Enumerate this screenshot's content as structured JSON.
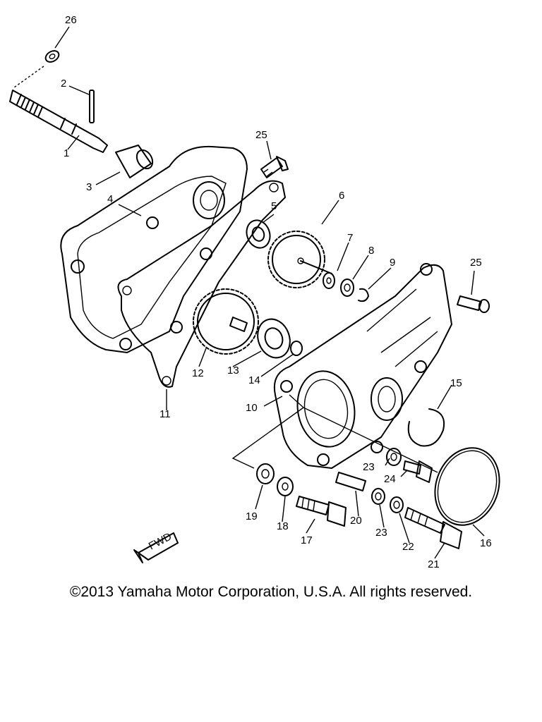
{
  "diagram": {
    "callouts": [
      {
        "id": "c1",
        "text": "1"
      },
      {
        "id": "c2",
        "text": "2"
      },
      {
        "id": "c3",
        "text": "3"
      },
      {
        "id": "c4",
        "text": "4"
      },
      {
        "id": "c5",
        "text": "5"
      },
      {
        "id": "c6",
        "text": "6"
      },
      {
        "id": "c7",
        "text": "7"
      },
      {
        "id": "c8",
        "text": "8"
      },
      {
        "id": "c9",
        "text": "9"
      },
      {
        "id": "c10",
        "text": "10"
      },
      {
        "id": "c11",
        "text": "11"
      },
      {
        "id": "c12",
        "text": "12"
      },
      {
        "id": "c13",
        "text": "13"
      },
      {
        "id": "c14",
        "text": "14"
      },
      {
        "id": "c15",
        "text": "15"
      },
      {
        "id": "c16",
        "text": "16"
      },
      {
        "id": "c17",
        "text": "17"
      },
      {
        "id": "c18",
        "text": "18"
      },
      {
        "id": "c19",
        "text": "19"
      },
      {
        "id": "c20",
        "text": "20"
      },
      {
        "id": "c21",
        "text": "21"
      },
      {
        "id": "c22",
        "text": "22"
      },
      {
        "id": "c23a",
        "text": "23"
      },
      {
        "id": "c23b",
        "text": "23"
      },
      {
        "id": "c24",
        "text": "24"
      },
      {
        "id": "c25a",
        "text": "25"
      },
      {
        "id": "c25b",
        "text": "25"
      },
      {
        "id": "c26",
        "text": "26"
      }
    ],
    "fwd_label": "FWD"
  },
  "footer": {
    "copyright": "©2013 Yamaha Motor Corporation, U.S.A. All rights reserved."
  }
}
